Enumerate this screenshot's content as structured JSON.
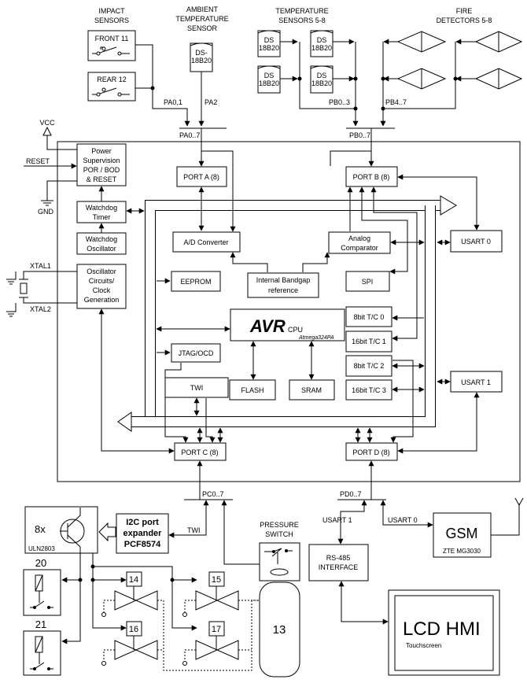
{
  "sensors": {
    "impact": [
      "IMPACT",
      "SENSORS"
    ],
    "ambient": [
      "AMBIENT",
      "TEMPERATURE",
      "SENSOR"
    ],
    "temperature": [
      "TEMPERATURE",
      "SENSORS 5-8"
    ],
    "fire": [
      "FIRE",
      "DETECTORS 5-8"
    ],
    "front": "FRONT 11",
    "rear": "REAR 12",
    "ds_line1": "DS",
    "ds_ambient_line1": "DS-",
    "ds_line2": "18B20"
  },
  "ports": {
    "pa01": "PA0,1",
    "pa2": "PA2",
    "pa_bus": "PA0..7",
    "pb03": "PB0..3",
    "pb47": "PB4..7",
    "pb_bus": "PB0..7",
    "pc_bus": "PC0..7",
    "pd_bus": "PD0..7"
  },
  "power": {
    "vcc": "VCC",
    "reset": "RESET",
    "gnd": "GND",
    "xtal1": "XTAL1",
    "xtal2": "XTAL2"
  },
  "mcu": {
    "power_supervision": [
      "Power",
      "Supervision",
      "POR / BOD",
      "& RESET"
    ],
    "watchdog_timer": [
      "Watchdog",
      "Timer"
    ],
    "watchdog_osc": [
      "Watchdog",
      "Oscillator"
    ],
    "oscillator": [
      "Oscillator",
      "Circuits/",
      "Clock",
      "Generation"
    ],
    "port_a": "PORT A (8)",
    "port_b": "PORT B (8)",
    "port_c": "PORT C (8)",
    "port_d": "PORT D (8)",
    "adc": "A/D Converter",
    "analog_comp": [
      "Analog",
      "Comparator"
    ],
    "bandgap": [
      "Internal Bandgap",
      "reference"
    ],
    "eeprom": "EEPROM",
    "spi": "SPI",
    "cpu_name": "AVR",
    "cpu_suffix": "CPU",
    "cpu_model": "Atmega324PA",
    "tc0": "8bit T/C 0",
    "tc1": "16bit T/C 1",
    "tc2": "8bit T/C 2",
    "tc3": "16bit T/C 3",
    "jtag": "JTAG/OCD",
    "twi": "TWI",
    "flash": "FLASH",
    "sram": "SRAM",
    "usart0": "USART 0",
    "usart1": "USART 1"
  },
  "peripherals": {
    "uln_count": "8x",
    "uln_name": "ULN2803",
    "i2c": [
      "I2C port",
      "expander",
      "PCF8574"
    ],
    "twi_label": "TWI",
    "pressure_switch": [
      "PRESSURE",
      "SWITCH"
    ],
    "tank": "13",
    "usart1_label": "USART 1",
    "usart0_label": "USART 0",
    "rs485": [
      "RS-485",
      "INTERFACE"
    ],
    "gsm": "GSM",
    "gsm_model": "ZTE MG3030",
    "lcd": "LCD HMI",
    "lcd_sub": "Touchscreen",
    "relays": [
      "20",
      "21"
    ],
    "valves": [
      "14",
      "15",
      "16",
      "17"
    ]
  }
}
